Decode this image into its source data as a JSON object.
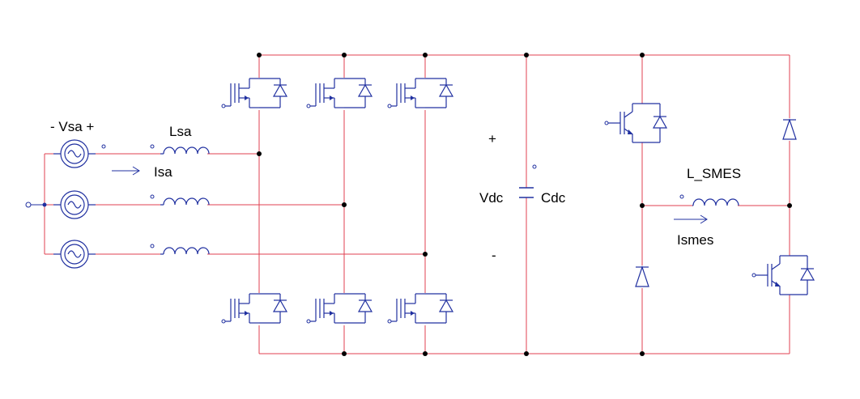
{
  "colors": {
    "wire": "#e04050",
    "component": "#2030a0",
    "node": "#000000",
    "text": "#000000"
  },
  "labels": {
    "vsa": "- Vsa +",
    "lsa": "Lsa",
    "isa": "Isa",
    "plus": "+",
    "minus": "-",
    "vdc": "Vdc",
    "cdc": "Cdc",
    "lsmes": "L_SMES",
    "ismes": "Ismes"
  },
  "components": {
    "sources": 3,
    "inductors_ac": 3,
    "inverter_switches_upper": 3,
    "inverter_switches_lower": 3,
    "dc_link_capacitor": 1,
    "chopper_switches": 2,
    "chopper_diodes": 2,
    "smes_inductor": 1
  }
}
